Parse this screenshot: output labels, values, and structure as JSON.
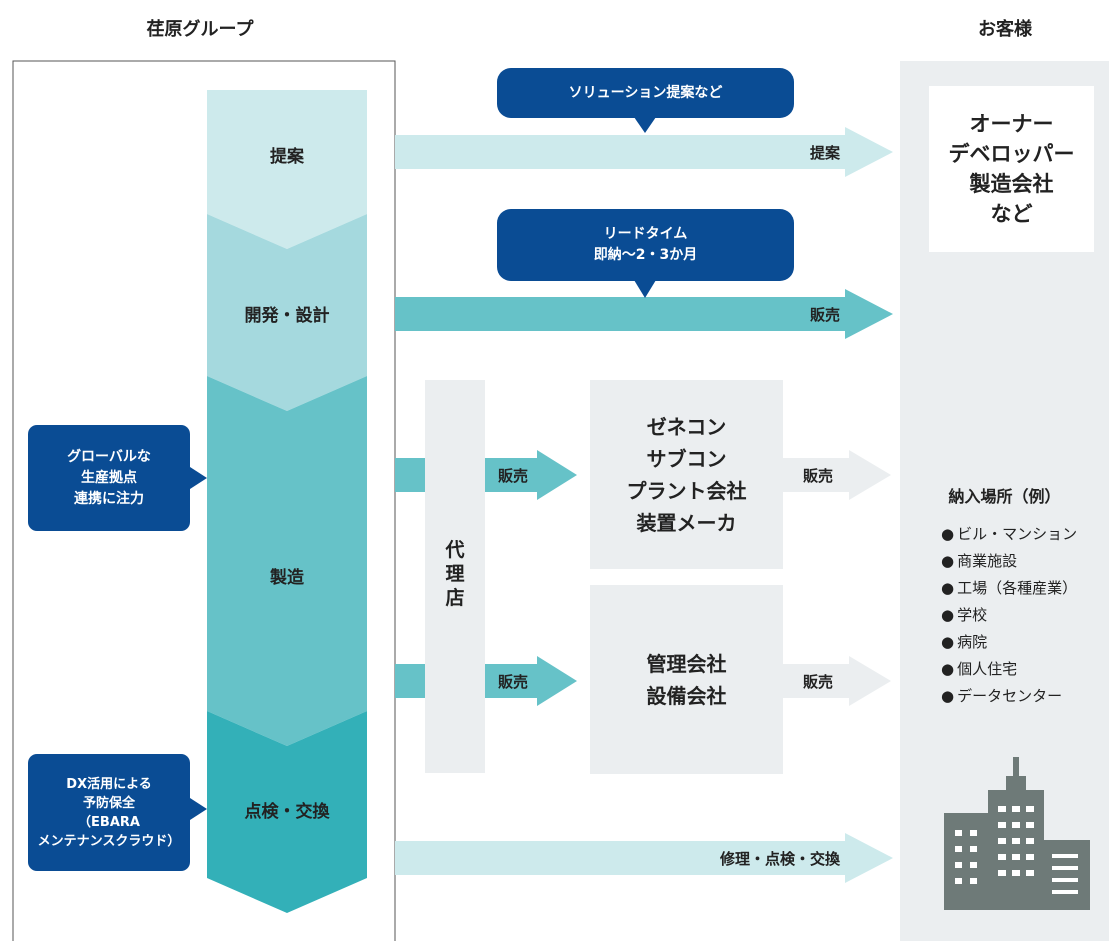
{
  "headers": {
    "left": "荏原グループ",
    "right": "お客様"
  },
  "stages": [
    {
      "label": "提案"
    },
    {
      "label": "開発・設計"
    },
    {
      "label": "製造"
    },
    {
      "label": "点検・交換"
    }
  ],
  "left_callouts": [
    {
      "lines": [
        "グローバルな",
        "生産拠点",
        "連携に注力"
      ]
    },
    {
      "lines": [
        "DX活用による",
        "予防保全",
        "（EBARA",
        "メンテナンスクラウド）"
      ]
    }
  ],
  "top_callouts": [
    {
      "lines": [
        "ソリューション提案など"
      ]
    },
    {
      "lines": [
        "リードタイム",
        "即納〜2・3か月"
      ]
    }
  ],
  "flows": {
    "proposal": "提案",
    "sale_direct": "販売",
    "sale_agent_1": "販売",
    "sale_to_customer_1": "販売",
    "sale_agent_2": "販売",
    "sale_to_customer_2": "販売",
    "maintenance": "修理・点検・交換"
  },
  "agent": {
    "chars": [
      "代",
      "理",
      "店"
    ]
  },
  "intermediaries": [
    {
      "lines": [
        "ゼネコン",
        "サブコン",
        "プラント会社",
        "装置メーカ"
      ]
    },
    {
      "lines": [
        "管理会社",
        "設備会社"
      ]
    }
  ],
  "customers": {
    "box_lines": [
      "オーナー",
      "デベロッパー",
      "製造会社",
      "など"
    ],
    "delivery_title": "納入場所（例）",
    "delivery_list": [
      "ビル・マンション",
      "商業施設",
      "工場（各種産業）",
      "学校",
      "病院",
      "個人住宅",
      "データセンター"
    ],
    "icon": "building-icon"
  },
  "colors": {
    "navy": "#0A4C94",
    "stage_1": "#CDEAEC",
    "stage_2": "#A5D9DE",
    "stage_3": "#66C2C8",
    "stage_4": "#33B0B8",
    "arrow_light": "#CDEAEC",
    "arrow_mid": "#66C2C8",
    "arrow_gray": "#EBEEF0",
    "panel_gray": "#EBEEF0",
    "building": "#6E7A78"
  }
}
